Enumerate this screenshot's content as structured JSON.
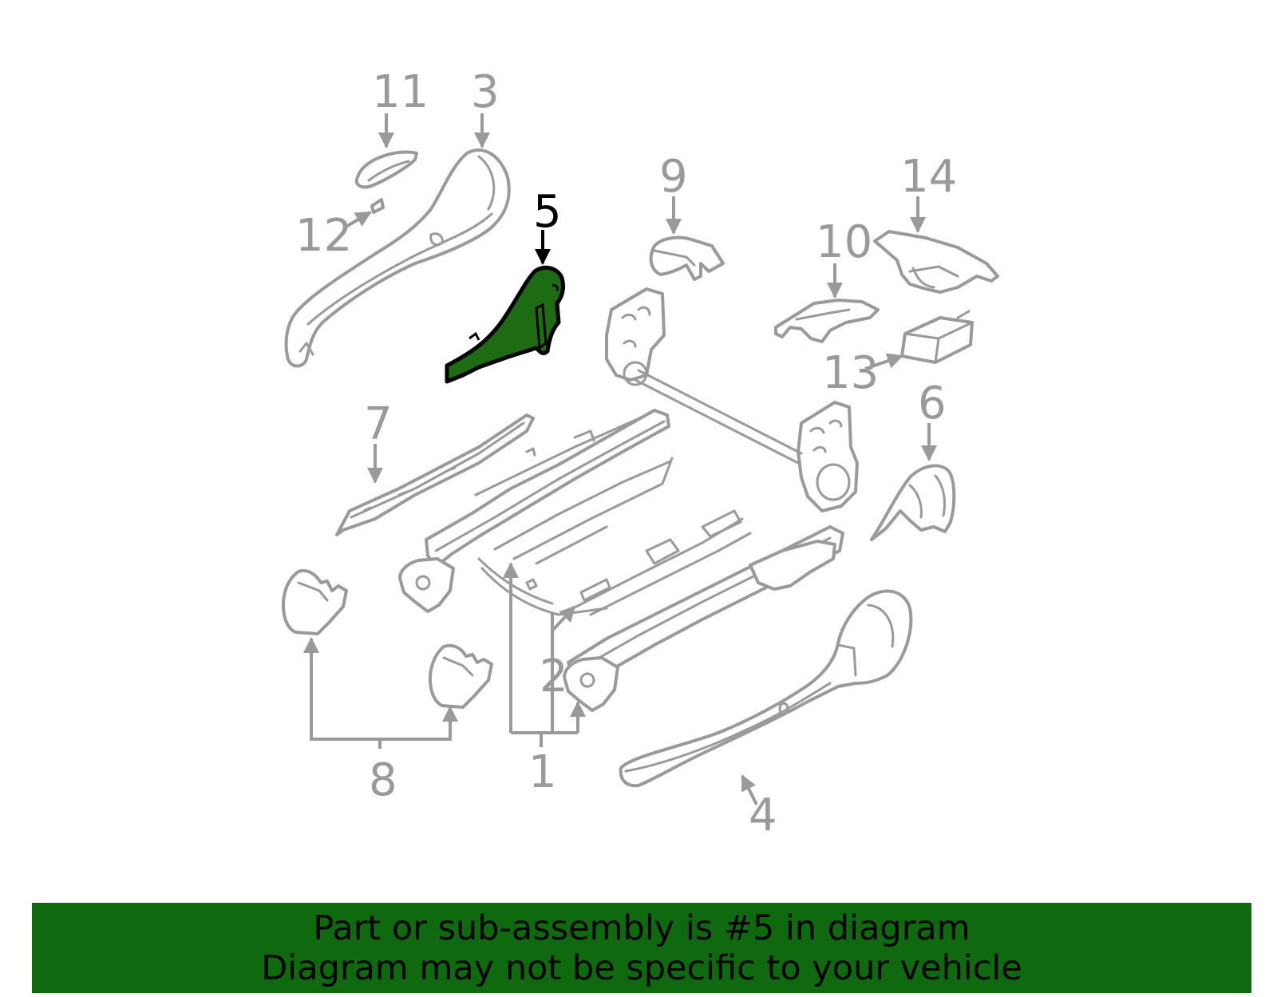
{
  "diagram": {
    "highlight_color": "#1d6b12",
    "callouts": [
      "1",
      "2",
      "3",
      "4",
      "5",
      "6",
      "7",
      "8",
      "9",
      "10",
      "11",
      "12",
      "13",
      "14"
    ],
    "highlighted_callout": "5"
  },
  "banner": {
    "background": "#0f6a0f",
    "line1": "Part or sub-assembly is #5 in diagram",
    "line2": "Diagram may not be specific to your vehicle"
  }
}
